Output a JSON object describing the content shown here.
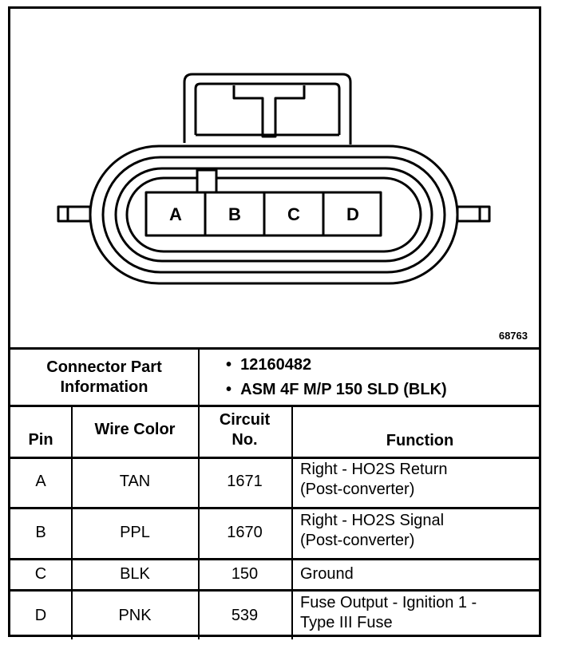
{
  "connector": {
    "pins": [
      "A",
      "B",
      "C",
      "D"
    ],
    "figure_id": "68763"
  },
  "part_info": {
    "label": "Connector Part Information",
    "label_line1": "Connector Part",
    "label_line2": "Information",
    "part_numbers": [
      "12160482",
      "ASM 4F M/P 150 SLD (BLK)"
    ]
  },
  "table": {
    "headers": {
      "pin": "Pin",
      "wire_color": "Wire Color",
      "circuit_line1": "Circuit",
      "circuit_line2": "No.",
      "function": "Function"
    },
    "rows": [
      {
        "pin": "A",
        "wire_color": "TAN",
        "circuit": "1671",
        "function_line1": "Right - HO2S Return",
        "function_line2": "(Post-converter)"
      },
      {
        "pin": "B",
        "wire_color": "PPL",
        "circuit": "1670",
        "function_line1": "Right - HO2S Signal",
        "function_line2": "(Post-converter)"
      },
      {
        "pin": "C",
        "wire_color": "BLK",
        "circuit": "150",
        "function_line1": "Ground",
        "function_line2": ""
      },
      {
        "pin": "D",
        "wire_color": "PNK",
        "circuit": "539",
        "function_line1": "Fuse Output - Ignition 1 -",
        "function_line2": "Type III Fuse"
      }
    ]
  }
}
